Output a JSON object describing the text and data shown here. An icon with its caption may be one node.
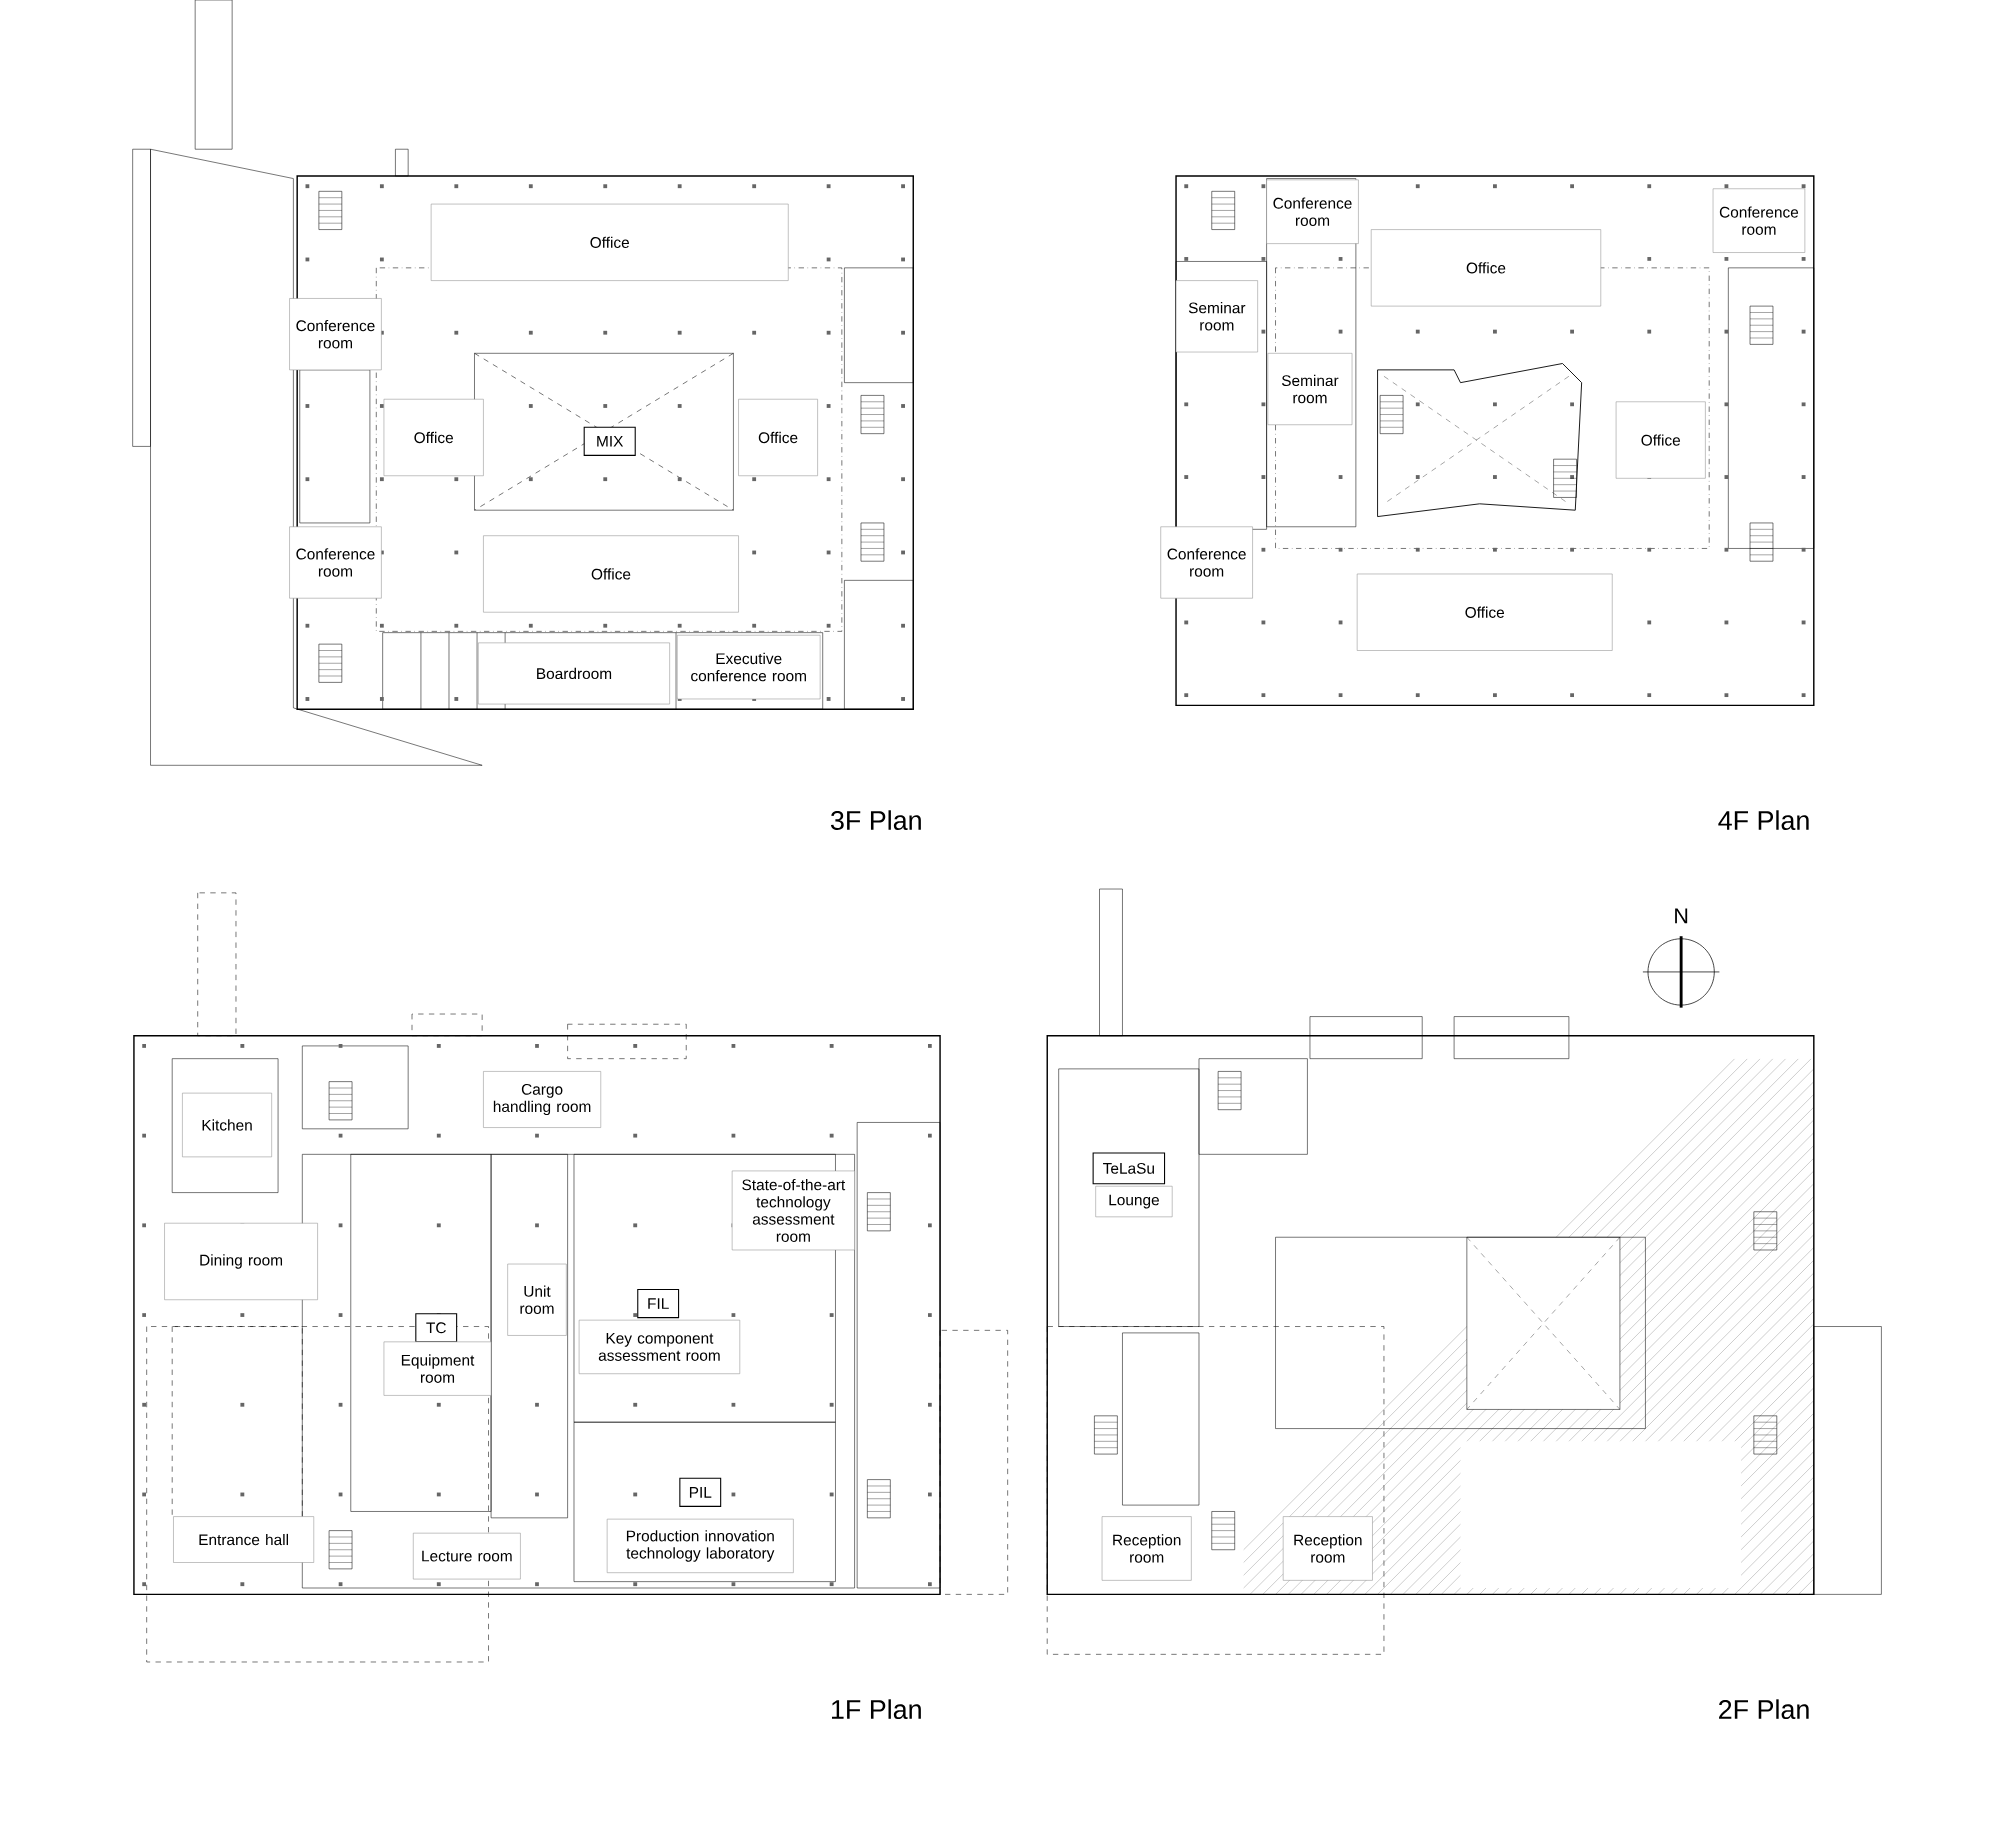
{
  "diagram": {
    "nodes": [
      {
        "text": [
          "3F Plan"
        ]
      },
      {
        "text": [
          "Office"
        ],
        "in": 0
      },
      {
        "text": [
          "Conference room"
        ],
        "in": 0
      },
      {
        "text": [
          "Office"
        ],
        "in": 0
      },
      {
        "text": [
          "MIX"
        ],
        "in": 0
      },
      {
        "text": [
          "Office"
        ],
        "in": 0
      },
      {
        "text": [
          "Conference room"
        ],
        "in": 0
      },
      {
        "text": [
          "Office"
        ],
        "in": 0
      },
      {
        "text": [
          "Boardroom"
        ],
        "in": 0
      },
      {
        "text": [
          "Executive conference room"
        ],
        "in": 0
      },
      {
        "text": [
          "4F Plan"
        ]
      },
      {
        "text": [
          "Conference room"
        ],
        "in": 10
      },
      {
        "text": [
          "Conference room"
        ],
        "in": 10
      },
      {
        "text": [
          "Office"
        ],
        "in": 10
      },
      {
        "text": [
          "Seminar room"
        ],
        "in": 10
      },
      {
        "text": [
          "Seminar room"
        ],
        "in": 10
      },
      {
        "text": [
          "Office"
        ],
        "in": 10
      },
      {
        "text": [
          "Conference room"
        ],
        "in": 10
      },
      {
        "text": [
          "Office"
        ],
        "in": 10
      },
      {
        "text": [
          "1F Plan"
        ]
      },
      {
        "text": [
          "Kitchen"
        ],
        "in": 19
      },
      {
        "text": [
          "Cargo handling room"
        ],
        "in": 19
      },
      {
        "text": [
          "State-of-the-art technology assessment room"
        ],
        "in": 19
      },
      {
        "text": [
          "Dining room"
        ],
        "in": 19
      },
      {
        "text": [
          "Unit room"
        ],
        "in": 19
      },
      {
        "text": [
          "TC"
        ],
        "in": 19
      },
      {
        "text": [
          "Equipment room"
        ],
        "in": 19
      },
      {
        "text": [
          "FIL"
        ],
        "in": 19
      },
      {
        "text": [
          "Key component assessment room"
        ],
        "in": 19
      },
      {
        "text": [
          "PIL"
        ],
        "in": 19
      },
      {
        "text": [
          "Production innovation technology laboratory"
        ],
        "in": 19
      },
      {
        "text": [
          "Entrance hall"
        ],
        "in": 19
      },
      {
        "text": [
          "Lecture room"
        ],
        "in": 19
      },
      {
        "text": [
          "2F Plan"
        ]
      },
      {
        "text": [
          "TeLaSu"
        ],
        "in": 33
      },
      {
        "text": [
          "Lounge"
        ],
        "in": 33
      },
      {
        "text": [
          "Reception room"
        ],
        "in": 33
      },
      {
        "text": [
          "Reception room"
        ],
        "in": 33
      }
    ],
    "labels": [
      "N"
    ]
  }
}
